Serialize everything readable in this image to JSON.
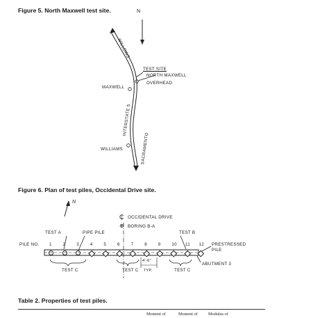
{
  "figure5": {
    "caption": "Figure 5.  North Maxwell test site.",
    "north": "N",
    "willows": "WILLOWS",
    "test_site": "TEST SITE",
    "overhead_line1": "NORTH  MAXWELL",
    "overhead_line2": "OVERHEAD",
    "maxwell": "MAXWELL",
    "interstate": "INTERSTATE  5",
    "williams": "WILLIAMS",
    "sacramento": "SACRAMENTO"
  },
  "figure6": {
    "caption": "Figure 6.  Plan of test piles, Occidental Drive site.",
    "north": "N",
    "occidental": "OCCIDENTAL  DRIVE",
    "centerline_symbol": "₵",
    "boring_symbol": "⊕",
    "boring": "BORING  B-A",
    "test_a": "TEST  A",
    "pipe_pile": "PIPE  PILE",
    "test_b": "TEST  B",
    "pile_no": "PILE  NO.",
    "pile_numbers": [
      "1",
      "2",
      "3",
      "4",
      "5",
      "6",
      "7",
      "8",
      "9",
      "10",
      "11",
      "12"
    ],
    "prestressed_line1": "PRESTRESSED",
    "prestressed_line2": "PILE",
    "abutment": "ABUTMENT  3",
    "test_c": "TEST  C",
    "spacing": "4'-6\"",
    "typ": "TYP."
  },
  "table2": {
    "caption": "Table 2.  Properties of test piles.",
    "headers": [
      "Moment of",
      "Moment of",
      "Modulus of"
    ]
  }
}
